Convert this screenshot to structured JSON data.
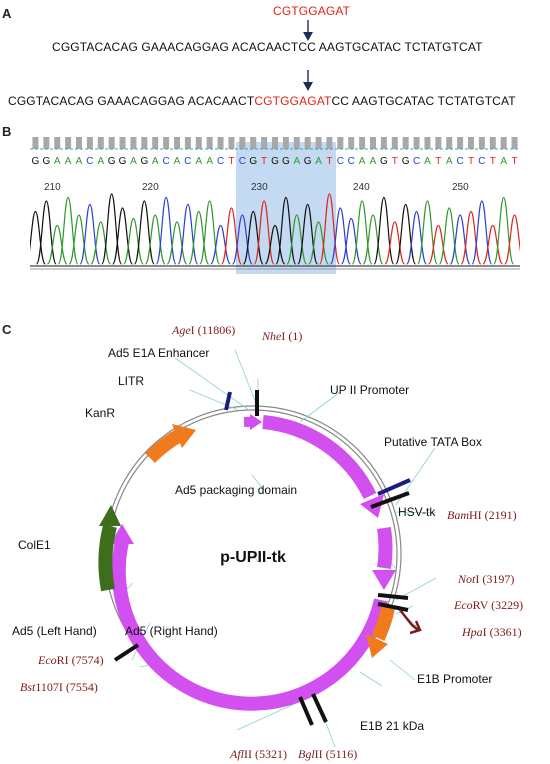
{
  "panel_a": {
    "label": "A",
    "insert": "CGTGGAGAT",
    "original_seq": "CGGTACACAG GAAACAGGAG ACACAACTCC AAGTGCATAC TCTATGTCAT",
    "modified_prefix": "CGGTACACAG GAAACAGGAG ACACAACT",
    "modified_insert": "CGTGGAGAT",
    "modified_suffix": "CC AAGTGCATAC TCTATGTCAT",
    "arrow_color": "#1f2a5a",
    "insert_color": "#e0231a"
  },
  "panel_b": {
    "label": "B",
    "bases": "GGAAACAGGAGACACAACTCGTGGAGATCCAAGTGCATACTCTAT",
    "positions": [
      "210",
      "220",
      "230",
      "240",
      "250"
    ],
    "highlight_color": "#b8d4f0",
    "base_colors": {
      "A": "#2e9a2e",
      "C": "#2a3fd6",
      "G": "#111111",
      "T": "#e0231a"
    }
  },
  "panel_c": {
    "label": "C",
    "plasmid_name": "p-UPII-tk",
    "features": {
      "enhancer": "Ad5 E1A Enhancer",
      "litr": "LITR",
      "kanr": "KanR",
      "upii": "UP II Promoter",
      "tata": "Putative TATA Box",
      "packaging": "Ad5 packaging domain",
      "hsvtk": "HSV-tk",
      "cole1": "ColE1",
      "left_hand": "Ad5 (Left Hand)",
      "right_hand": "Ad5 (Right Hand)",
      "e1b_promoter": "E1B Promoter",
      "e1b_21": "E1B 21 kDa"
    },
    "sites": {
      "agei_name": "Age",
      "agei_suffix": "I (11806)",
      "nhei_name": "Nhe",
      "nhei_suffix": "I (1)",
      "bamhi_name": "Bam",
      "bamhi_suffix": "HI (2191)",
      "noti_name": "Not",
      "noti_suffix": "I (3197)",
      "ecorv_name": "Eco",
      "ecorv_suffix": "RV (3229)",
      "hpai_name": "Hpa",
      "hpai_suffix": "I (3361)",
      "ecori_name": "Eco",
      "ecori_suffix": "RI (7574)",
      "bst_name": "Bst",
      "bst_suffix": "1107I (7554)",
      "aflii_name": "Afl",
      "aflii_suffix": "II (5321)",
      "bglii_name": "Bgl",
      "bglii_suffix": "II (5116)"
    },
    "colors": {
      "magenta": "#d24ff0",
      "orange": "#f07a1c",
      "green": "#3c6e1c",
      "navy": "#1a1a80",
      "site": "#7d1a1a"
    }
  }
}
